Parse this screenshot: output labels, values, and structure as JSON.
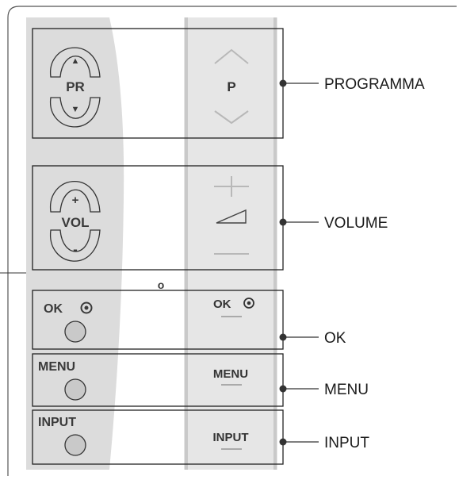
{
  "diagram": {
    "left_panel": {
      "programme_rocker": {
        "up_symbol": "▲",
        "label": "PR",
        "down_symbol": "▼"
      },
      "volume_rocker": {
        "up_symbol": "+",
        "label": "VOL",
        "down_symbol": "-"
      },
      "stray_mark": "o",
      "ok_button": "OK",
      "menu_button": "MENU",
      "input_button": "INPUT"
    },
    "side_panel": {
      "programme_label": "P",
      "ok_label": "OK",
      "menu_label": "MENU",
      "input_label": "INPUT"
    },
    "callouts": {
      "programme": "PROGRAMMA",
      "volume": "VOLUME",
      "ok": "OK",
      "menu": "MENU",
      "input": "INPUT"
    }
  }
}
